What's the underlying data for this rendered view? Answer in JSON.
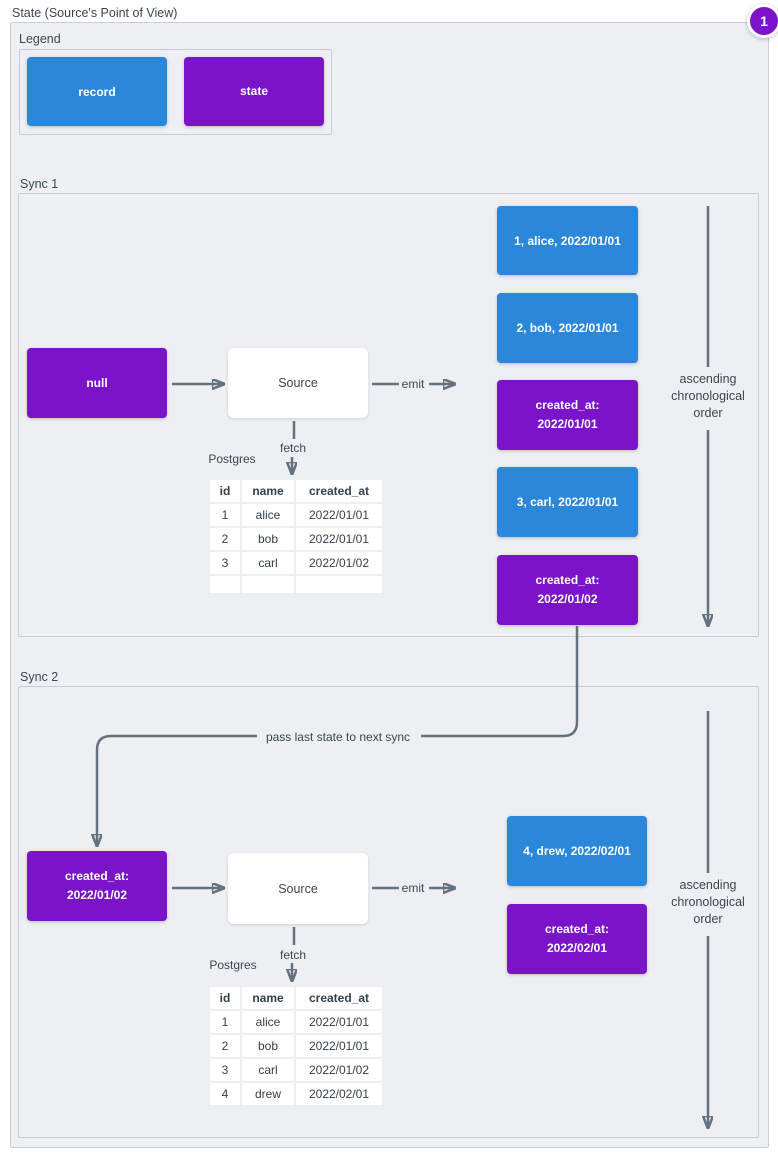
{
  "diagram": {
    "title": "State (Source's Point of View)",
    "step_badge": "1"
  },
  "colors": {
    "record": "#2b87da",
    "state": "#7b13c9",
    "arrow": "#64717e",
    "badge": "#7b13c9"
  },
  "legend": {
    "label": "Legend",
    "record_label": "record",
    "state_label": "state"
  },
  "connector": {
    "label": "pass last state to next sync"
  },
  "sync1": {
    "label": "Sync 1",
    "input_state": "null",
    "source": "Source",
    "emit": "emit",
    "fetch": "fetch",
    "db": "Postgres",
    "order_note": [
      "ascending",
      "chronological",
      "order"
    ],
    "emitted": [
      {
        "type": "record",
        "text": "1, alice, 2022/01/01"
      },
      {
        "type": "record",
        "text": "2, bob, 2022/01/01"
      },
      {
        "type": "state",
        "line1": "created_at:",
        "line2": "2022/01/01"
      },
      {
        "type": "record",
        "text": "3, carl, 2022/01/01"
      },
      {
        "type": "state",
        "line1": "created_at:",
        "line2": "2022/01/02"
      }
    ],
    "table": {
      "headers": [
        "id",
        "name",
        "created_at"
      ],
      "rows": [
        [
          "1",
          "alice",
          "2022/01/01"
        ],
        [
          "2",
          "bob",
          "2022/01/01"
        ],
        [
          "3",
          "carl",
          "2022/01/02"
        ],
        [
          "",
          "",
          ""
        ]
      ]
    }
  },
  "sync2": {
    "label": "Sync 2",
    "input_state_line1": "created_at:",
    "input_state_line2": "2022/01/02",
    "source": "Source",
    "emit": "emit",
    "fetch": "fetch",
    "db": "Postgres",
    "order_note": [
      "ascending",
      "chronological",
      "order"
    ],
    "emitted": [
      {
        "type": "record",
        "text": "4, drew, 2022/02/01"
      },
      {
        "type": "state",
        "line1": "created_at:",
        "line2": "2022/02/01"
      }
    ],
    "table": {
      "headers": [
        "id",
        "name",
        "created_at"
      ],
      "rows": [
        [
          "1",
          "alice",
          "2022/01/01"
        ],
        [
          "2",
          "bob",
          "2022/01/01"
        ],
        [
          "3",
          "carl",
          "2022/01/02"
        ],
        [
          "4",
          "drew",
          "2022/02/01"
        ]
      ]
    }
  }
}
